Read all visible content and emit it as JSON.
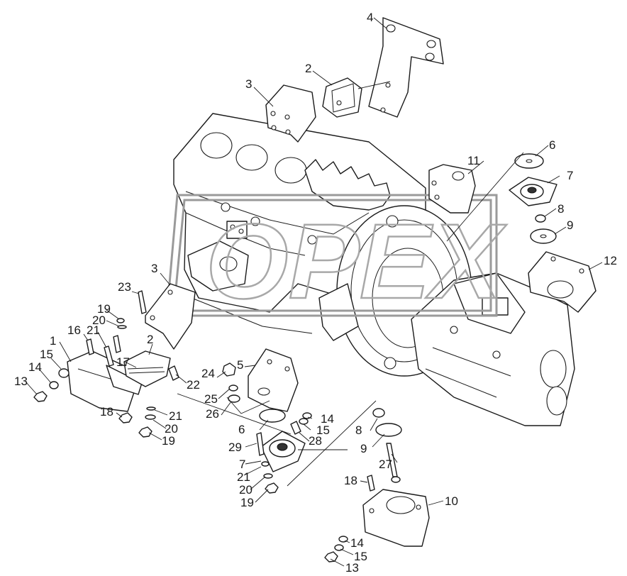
{
  "watermark": {
    "text": "OPEX",
    "color": "#a8a8a8"
  },
  "diagram": {
    "type": "exploded-parts-view",
    "callouts": [
      {
        "id": "c4a",
        "text": "4"
      },
      {
        "id": "c2a",
        "text": "2"
      },
      {
        "id": "c3a",
        "text": "3"
      },
      {
        "id": "c6a",
        "text": "6"
      },
      {
        "id": "c7a",
        "text": "7"
      },
      {
        "id": "c11",
        "text": "11"
      },
      {
        "id": "c8a",
        "text": "8"
      },
      {
        "id": "c9a",
        "text": "9"
      },
      {
        "id": "c12",
        "text": "12"
      },
      {
        "id": "c3b",
        "text": "3"
      },
      {
        "id": "c23",
        "text": "23"
      },
      {
        "id": "c19a",
        "text": "19"
      },
      {
        "id": "c20a",
        "text": "20"
      },
      {
        "id": "c16",
        "text": "16"
      },
      {
        "id": "c21a",
        "text": "21"
      },
      {
        "id": "c2b",
        "text": "2"
      },
      {
        "id": "c1",
        "text": "1"
      },
      {
        "id": "c15a",
        "text": "15"
      },
      {
        "id": "c17",
        "text": "17"
      },
      {
        "id": "c14a",
        "text": "14"
      },
      {
        "id": "c13a",
        "text": "13"
      },
      {
        "id": "c22",
        "text": "22"
      },
      {
        "id": "c24",
        "text": "24"
      },
      {
        "id": "c5",
        "text": "5"
      },
      {
        "id": "c25",
        "text": "25"
      },
      {
        "id": "c26",
        "text": "26"
      },
      {
        "id": "c18a",
        "text": "18"
      },
      {
        "id": "c21b",
        "text": "21"
      },
      {
        "id": "c20b",
        "text": "20"
      },
      {
        "id": "c19b",
        "text": "19"
      },
      {
        "id": "c14b",
        "text": "14"
      },
      {
        "id": "c6b",
        "text": "6"
      },
      {
        "id": "c15b",
        "text": "15"
      },
      {
        "id": "c28",
        "text": "28"
      },
      {
        "id": "c8b",
        "text": "8"
      },
      {
        "id": "c29",
        "text": "29"
      },
      {
        "id": "c9b",
        "text": "9"
      },
      {
        "id": "c7b",
        "text": "7"
      },
      {
        "id": "c21c",
        "text": "21"
      },
      {
        "id": "c27",
        "text": "27"
      },
      {
        "id": "c20c",
        "text": "20"
      },
      {
        "id": "c19c",
        "text": "19"
      },
      {
        "id": "c18b",
        "text": "18"
      },
      {
        "id": "c10",
        "text": "10"
      },
      {
        "id": "c14c",
        "text": "14"
      },
      {
        "id": "c15c",
        "text": "15"
      },
      {
        "id": "c13b",
        "text": "13"
      }
    ]
  }
}
